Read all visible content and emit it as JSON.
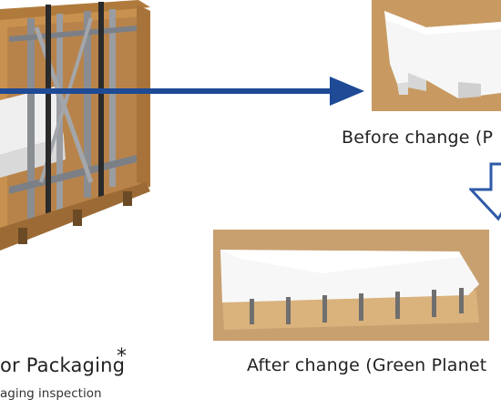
{
  "captions": {
    "before": "Before change (P",
    "after": "After change (Green Planet",
    "left_main": "or Packaging",
    "left_asterisk": "*",
    "left_sub": "aging inspection"
  },
  "colors": {
    "arrow": "#1e4a96",
    "outline_arrow": "#2e5aa8",
    "cardboard": "#c28a4a",
    "frame": "#8c9096",
    "foam": "#f4f4f4"
  },
  "icons": {
    "right_arrow": "arrow-right-icon",
    "down_arrow": "arrow-down-icon"
  }
}
